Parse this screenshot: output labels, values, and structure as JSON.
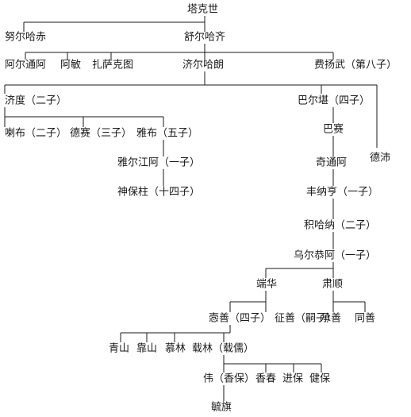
{
  "nodes": [
    {
      "id": "tashishi",
      "label": "塔克世"
    },
    {
      "id": "nurhaci",
      "label": "努尔哈赤"
    },
    {
      "id": "shurhaci",
      "label": "舒尔哈齐"
    },
    {
      "id": "artungga",
      "label": "阿尔通阿"
    },
    {
      "id": "amin",
      "label": "阿敏"
    },
    {
      "id": "jasaktu",
      "label": "扎萨克图"
    },
    {
      "id": "jirgalang",
      "label": "济尔哈朗"
    },
    {
      "id": "fiyanggu",
      "label": "费扬武（第八子）"
    },
    {
      "id": "jidu",
      "label": "济度（二子）"
    },
    {
      "id": "barkan",
      "label": "巴尔堪（四子）"
    },
    {
      "id": "labu",
      "label": "喇布（二子）"
    },
    {
      "id": "desai",
      "label": "德赛（三子）"
    },
    {
      "id": "yabu",
      "label": "雅布（五子）"
    },
    {
      "id": "bassai",
      "label": "巴赛"
    },
    {
      "id": "depei",
      "label": "德沛"
    },
    {
      "id": "yarjiyanga",
      "label": "雅尔江阿（一子）"
    },
    {
      "id": "jitungga",
      "label": "奇通阿"
    },
    {
      "id": "shenbaozhu",
      "label": "神保柱（十四子）"
    },
    {
      "id": "fengnaheng",
      "label": "丰纳亨（一子）"
    },
    {
      "id": "jihana",
      "label": "积哈纳（二子）"
    },
    {
      "id": "ulgungga",
      "label": "乌尔恭阿（一子）"
    },
    {
      "id": "duanhua",
      "label": "端华"
    },
    {
      "id": "sushun",
      "label": "肃顺"
    },
    {
      "id": "yishan",
      "label": "悫善（四子）"
    },
    {
      "id": "zhengshan",
      "label": "征善（嗣子）"
    },
    {
      "id": "chengshan",
      "label": "承善"
    },
    {
      "id": "tongshan",
      "label": "同善"
    },
    {
      "id": "qingshan",
      "label": "青山"
    },
    {
      "id": "kaoshan",
      "label": "靠山"
    },
    {
      "id": "mulin",
      "label": "慕林"
    },
    {
      "id": "zailin",
      "label": "载林（载儒）"
    },
    {
      "id": "wei",
      "label": "伟（香保）"
    },
    {
      "id": "xiangchun",
      "label": "香春"
    },
    {
      "id": "jinbao",
      "label": "进保"
    },
    {
      "id": "jianbao",
      "label": "健保"
    },
    {
      "id": "yuqi",
      "label": "毓旗"
    }
  ]
}
